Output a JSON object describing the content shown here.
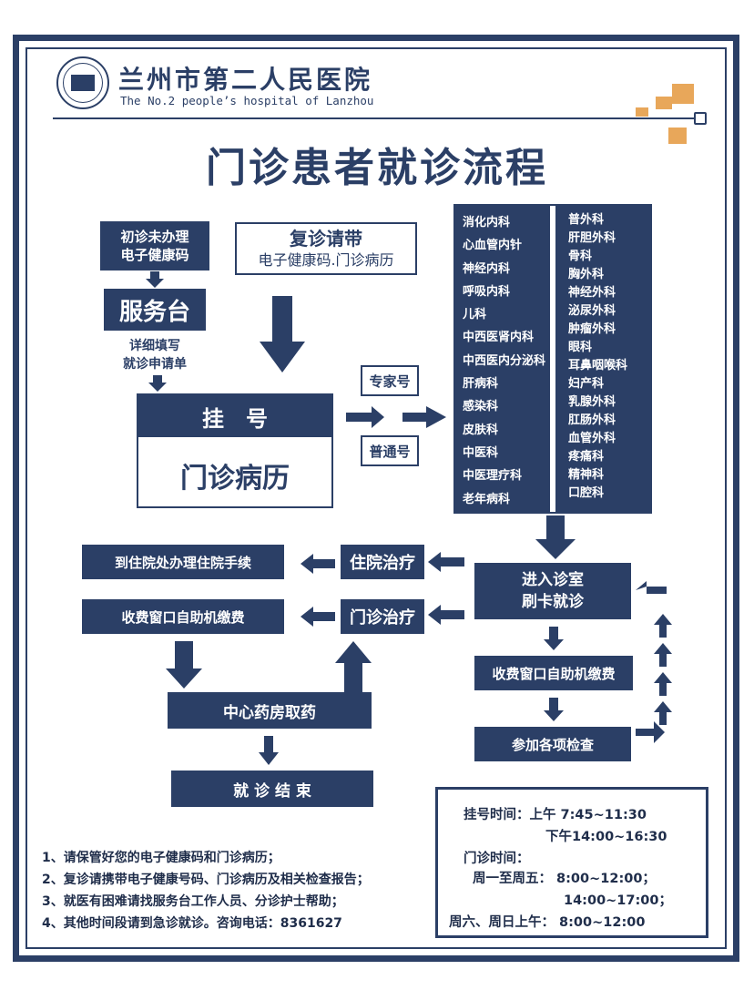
{
  "header": {
    "hospital_name_cn": "兰州市第二人民医院",
    "hospital_name_en": "The No.2 people’s hospital of Lanzhou",
    "accent_color": "#e8a75a",
    "brand_color": "#2b3f66"
  },
  "title": "门诊患者就诊流程",
  "flow": {
    "first_visit": "初诊未办理\n电子健康码",
    "service_desk": "服务台",
    "fill_form": "详细填写\n就诊申请单",
    "return_visit_title": "复诊请带",
    "return_visit_sub": "电子健康码.门诊病历",
    "register": "挂　号",
    "medical_record": "门诊病历",
    "expert": "专家号",
    "general": "普通号",
    "enter_room": "进入诊室\n刷卡就诊",
    "pay_1": "收费窗口自助机缴费",
    "exam": "参加各项检查",
    "inpatient_treat": "住院治疗",
    "inpatient_proc": "到住院处办理住院手续",
    "outpatient_treat": "门诊治疗",
    "pay_2": "收费窗口自助机缴费",
    "pharmacy": "中心药房取药",
    "end": "就 诊 结 束"
  },
  "departments_left": [
    "消化内科",
    "心血管内针",
    "神经内科",
    "呼吸内科",
    "儿科",
    "中西医肾内科",
    "中西医内分泌科",
    "肝病科",
    "感染科",
    "皮肤科",
    "中医科",
    "中医理疗科",
    "老年病科"
  ],
  "departments_right": [
    "普外科",
    "肝胆外科",
    "骨科",
    "胸外科",
    "神经外科",
    "泌尿外科",
    "肿瘤外科",
    "眼科",
    "耳鼻咽喉科",
    "妇产科",
    "乳腺外科",
    "肛肠外科",
    "血管外科",
    "疼痛科",
    "精神科",
    "口腔科"
  ],
  "notes": [
    "1、请保管好您的电子健康码和门诊病历；",
    "2、复诊请携带电子健康号码、门诊病历及相关检查报告；",
    "3、就医有困难请找服务台工作人员、分诊护士帮助；",
    "4、其他时间段请到急诊就诊。咨询电话：8361627"
  ],
  "hours": {
    "reg_label": "挂号时间：上午  7:45~11:30",
    "reg_pm": "下午14:00~16:30",
    "clinic_label": "门诊时间：",
    "weekday_am": "周一至周五：  8:00~12:00；",
    "weekday_pm": "14:00~17:00；",
    "weekend": "周六、周日上午：  8:00~12:00"
  }
}
